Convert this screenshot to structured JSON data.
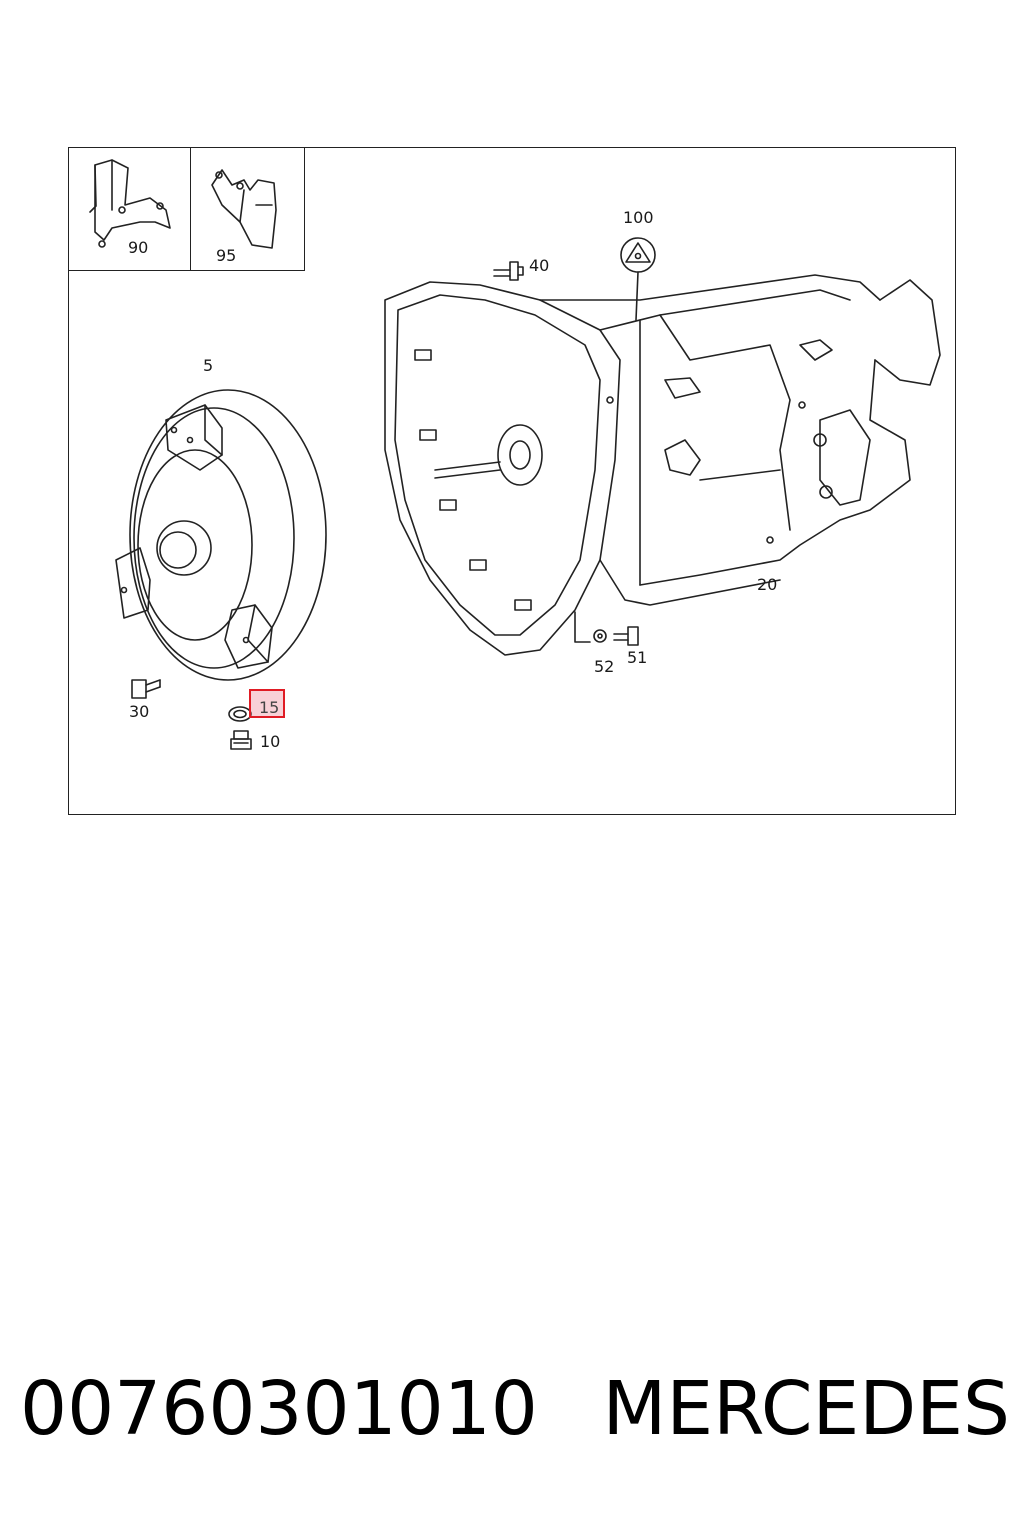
{
  "diagram": {
    "callouts": {
      "p90": "90",
      "p95": "95",
      "p100": "100",
      "p40": "40",
      "p5": "5",
      "p20": "20",
      "p52": "52",
      "p51": "51",
      "p30": "30",
      "p15": "15",
      "p10": "10"
    },
    "highlighted_callout": "15",
    "highlight_color": "#e01b24"
  },
  "footer": {
    "part_number": "00760301010",
    "brand": "MERCEDES"
  }
}
